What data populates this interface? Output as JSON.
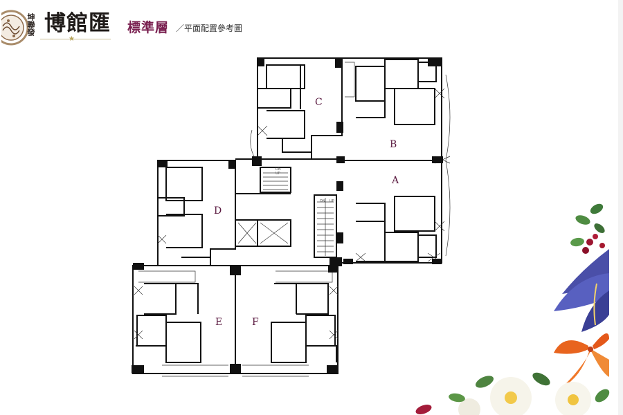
{
  "brand": {
    "developer": "坤聯發",
    "project": "博館匯"
  },
  "header": {
    "title": "標準層",
    "subtitle": "／平面配置參考圖"
  },
  "units": {
    "A": "A",
    "B": "B",
    "C": "C",
    "D": "D",
    "E": "E",
    "F": "F"
  },
  "stair_labels": {
    "dn": "DN",
    "up": "UP"
  },
  "colors": {
    "title": "#7a2050",
    "unit_label": "#5a1a40",
    "wall": "#111111",
    "brand_gold": "#b6a35a"
  }
}
